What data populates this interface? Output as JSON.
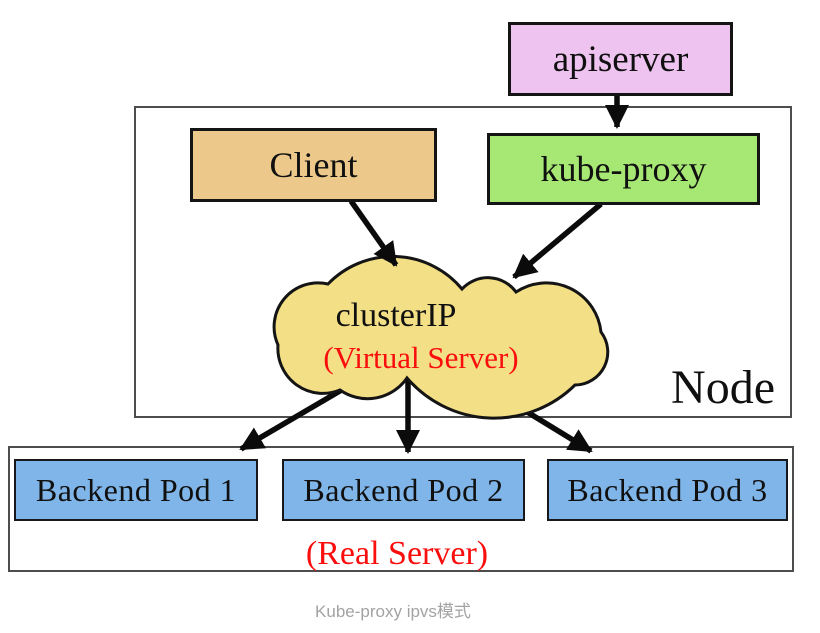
{
  "diagram": {
    "caption": "Kube-proxy ipvs模式",
    "nodes": {
      "apiserver": "apiserver",
      "client": "Client",
      "kube_proxy": "kube-proxy",
      "cluster_ip": "clusterIP",
      "cluster_ip_subtitle": "(Virtual Server)",
      "node_label": "Node",
      "real_server_label": "(Real Server)"
    },
    "pods": [
      "Backend Pod 1",
      "Backend Pod 2",
      "Backend Pod 3"
    ],
    "edges": [
      {
        "from": "apiserver",
        "to": "kube-proxy"
      },
      {
        "from": "Client",
        "to": "clusterIP (Virtual Server)"
      },
      {
        "from": "kube-proxy",
        "to": "clusterIP (Virtual Server)"
      },
      {
        "from": "clusterIP (Virtual Server)",
        "to": "Backend Pod 1"
      },
      {
        "from": "clusterIP (Virtual Server)",
        "to": "Backend Pod 2"
      },
      {
        "from": "clusterIP (Virtual Server)",
        "to": "Backend Pod 3"
      }
    ],
    "colors": {
      "apiserver_fill": "#eec3ef",
      "client_fill": "#ecc98b",
      "kube_proxy_fill": "#a7e774",
      "cloud_fill": "#f3df85",
      "pod_fill": "#7fb5e8",
      "accent_red": "#f90d0d",
      "arrow_black": "#0b0b0b",
      "border_black": "#141414",
      "container_border": "#4d4d4d",
      "caption_gray": "#a3a3a3"
    }
  }
}
